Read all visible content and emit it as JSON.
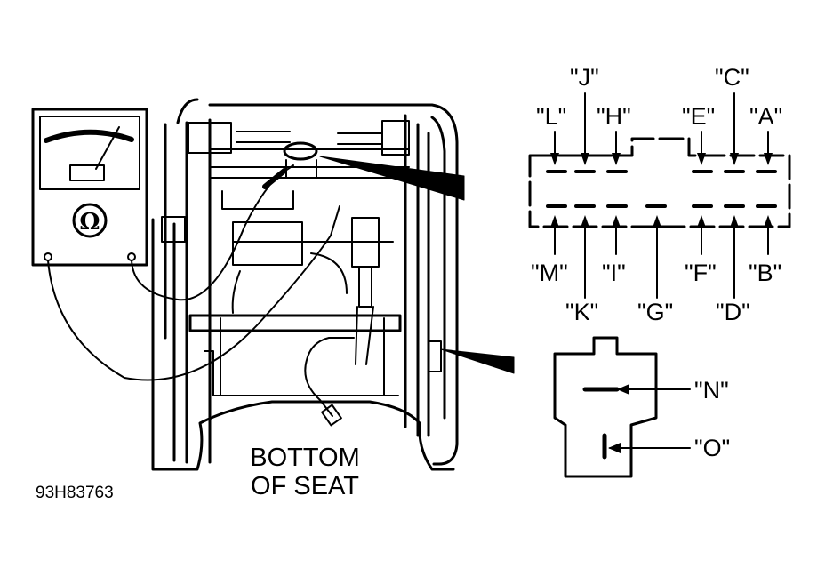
{
  "figure_id": "93H83763",
  "caption": {
    "line1": "BOTTOM",
    "line2": "OF SEAT"
  },
  "ohmmeter": {
    "symbol": "Ω"
  },
  "connector_a": {
    "top_row": [
      "\"L\"",
      "\"J\"",
      "\"H\"",
      "\"E\"",
      "\"C\"",
      "\"A\""
    ],
    "bottom_row": [
      "\"M\"",
      "\"K\"",
      "\"I\"",
      "\"G\"",
      "\"F\"",
      "\"D\"",
      "\"B\""
    ]
  },
  "connector_b": {
    "terminals": [
      "\"N\"",
      "\"O\""
    ]
  }
}
